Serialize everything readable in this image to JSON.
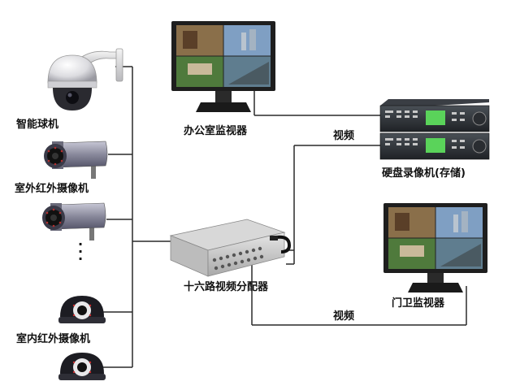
{
  "labels": {
    "ptz_camera": "智能球机",
    "outdoor_ir_camera": "室外红外摄像机",
    "indoor_ir_camera": "室内红外摄像机",
    "office_monitor": "办公室监视器",
    "dvr": "硬盘录像机(存储)",
    "splitter": "十六路视频分配器",
    "gate_monitor": "门卫监视器",
    "video_upper": "视频",
    "video_lower": "视频",
    "ellipsis": "·\n·\n·"
  },
  "colors": {
    "wire": "#2a2a2a",
    "monitor_frame": "#1e1e1e",
    "splitter_body": "#cfcfcf",
    "dvr_body": "#2b2f33",
    "dvr_display": "#5ad35a",
    "camera_body": "#9090a0"
  },
  "icons": [
    "ptz-dome-camera-icon",
    "bullet-camera-icon",
    "dome-camera-icon",
    "monitor-icon",
    "dvr-icon",
    "video-splitter-icon"
  ]
}
